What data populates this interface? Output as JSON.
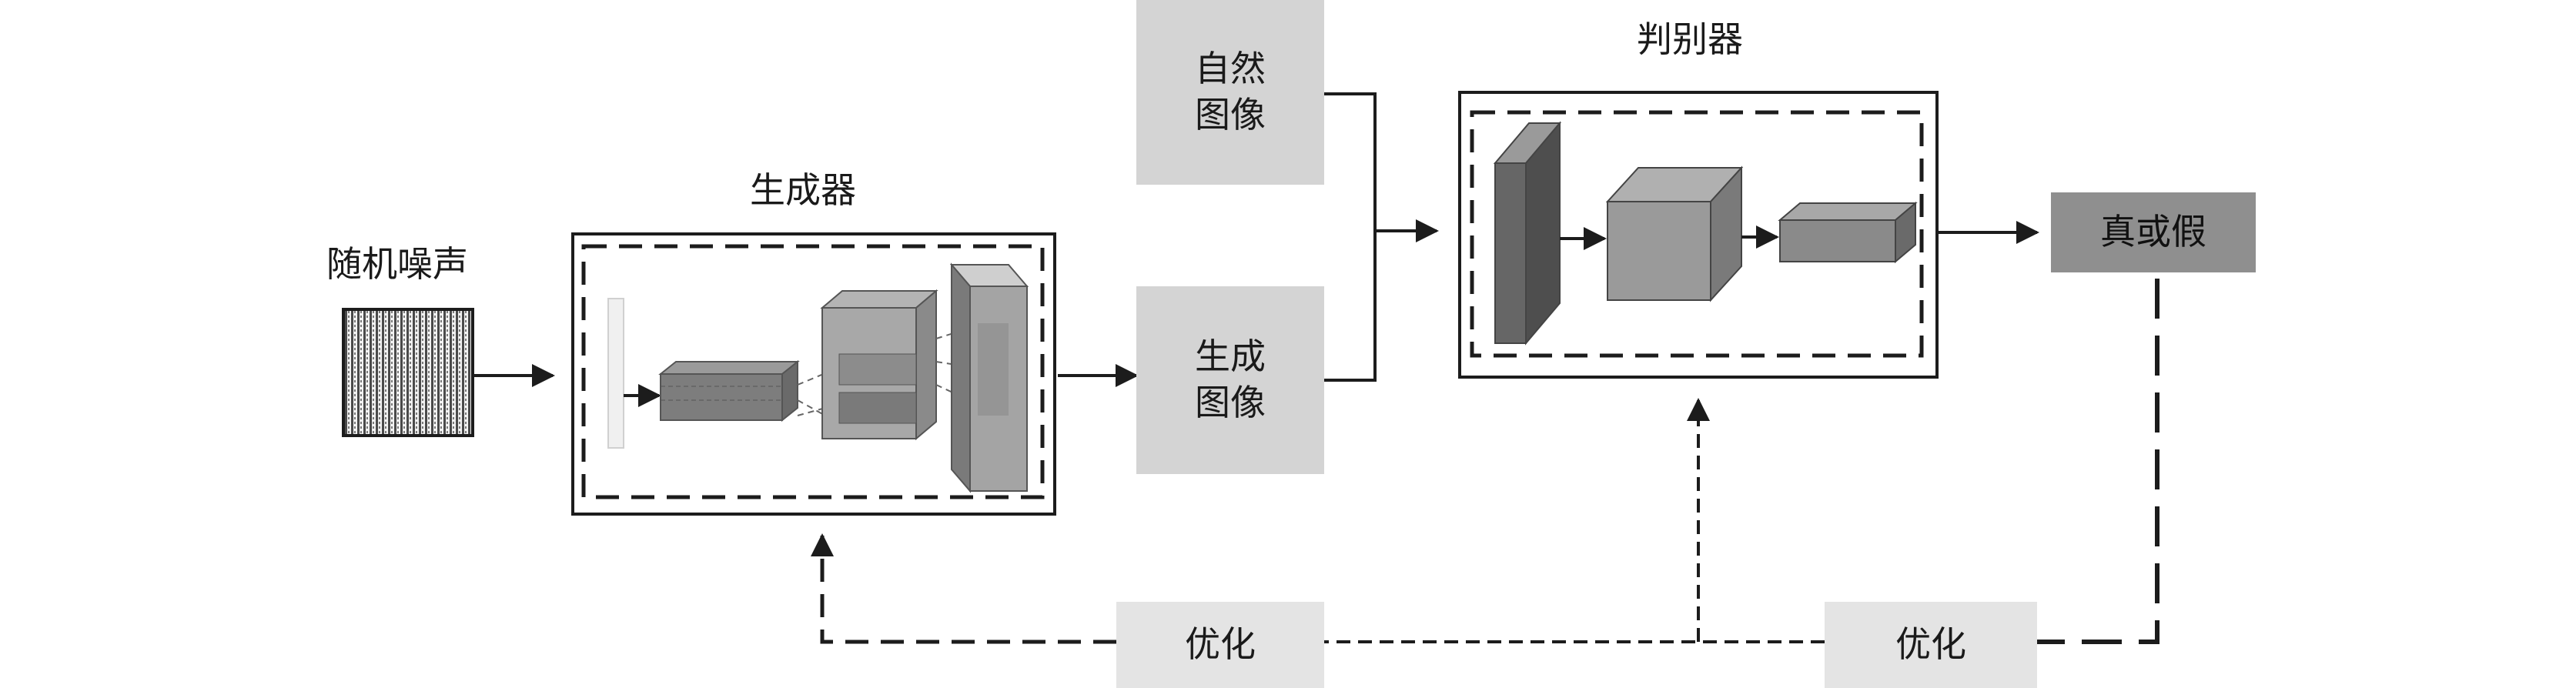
{
  "noise": {
    "label": "随机噪声"
  },
  "generator": {
    "label": "生成器"
  },
  "discriminator": {
    "label": "判别器"
  },
  "natural_images": {
    "label": "自然\n图像"
  },
  "generated_images": {
    "label": "生成\n图像"
  },
  "verdict": {
    "label": "真或假"
  },
  "optimize_left": {
    "label": "优化"
  },
  "optimize_right": {
    "label": "优化"
  }
}
